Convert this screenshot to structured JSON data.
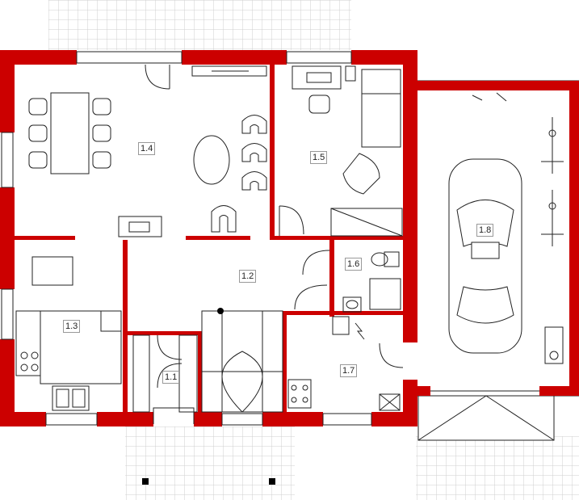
{
  "plan": {
    "wall_color": "#cc0000",
    "line_color": "#222222",
    "grid_color": "#cfcfcf",
    "rooms": [
      {
        "id": "1.1",
        "label": "1.1"
      },
      {
        "id": "1.2",
        "label": "1.2"
      },
      {
        "id": "1.3",
        "label": "1.3"
      },
      {
        "id": "1.4",
        "label": "1.4"
      },
      {
        "id": "1.5",
        "label": "1.5"
      },
      {
        "id": "1.6",
        "label": "1.6"
      },
      {
        "id": "1.7",
        "label": "1.7"
      },
      {
        "id": "1.8",
        "label": "1.8"
      }
    ]
  }
}
